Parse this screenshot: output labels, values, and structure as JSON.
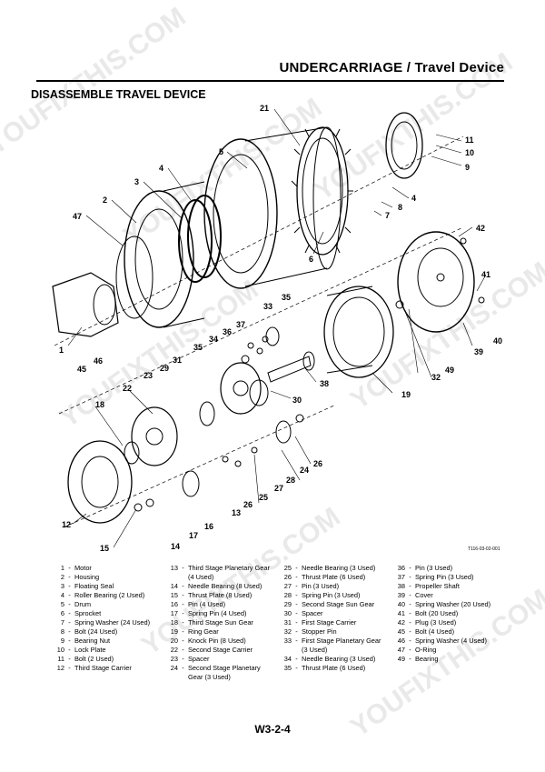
{
  "header": {
    "title": "UNDERCARRIAGE / Travel Device"
  },
  "section": {
    "title": "DISASSEMBLE TRAVEL DEVICE"
  },
  "diagram": {
    "reference_code": "T116-03-02-001",
    "callouts": [
      "21",
      "11",
      "10",
      "9",
      "4",
      "8",
      "7",
      "5",
      "42",
      "4",
      "3",
      "2",
      "47",
      "6",
      "41",
      "33",
      "35",
      "37",
      "36",
      "34",
      "35",
      "1",
      "46",
      "45",
      "40",
      "39",
      "49",
      "32",
      "38",
      "30",
      "31",
      "29",
      "23",
      "19",
      "22",
      "18",
      "26",
      "24",
      "28",
      "27",
      "25",
      "26",
      "13",
      "16",
      "17",
      "14",
      "15",
      "12"
    ]
  },
  "parts": [
    {
      "col": 0,
      "items": [
        {
          "num": "1",
          "name": "Motor"
        },
        {
          "num": "2",
          "name": "Housing"
        },
        {
          "num": "3",
          "name": "Floating Seal"
        },
        {
          "num": "4",
          "name": "Roller Bearing (2 Used)"
        },
        {
          "num": "5",
          "name": "Drum"
        },
        {
          "num": "6",
          "name": "Sprocket"
        },
        {
          "num": "7",
          "name": "Spring Washer (24 Used)"
        },
        {
          "num": "8",
          "name": "Bolt (24 Used)"
        },
        {
          "num": "9",
          "name": "Bearing Nut"
        },
        {
          "num": "10",
          "name": "Lock Plate"
        },
        {
          "num": "11",
          "name": "Bolt (2 Used)"
        },
        {
          "num": "12",
          "name": "Third Stage Carrier"
        }
      ]
    },
    {
      "col": 1,
      "items": [
        {
          "num": "13",
          "name": "Third Stage Planetary Gear (4 Used)"
        },
        {
          "num": "14",
          "name": "Needle Bearing (8 Used)"
        },
        {
          "num": "15",
          "name": "Thrust Plate (8 Used)"
        },
        {
          "num": "16",
          "name": "Pin (4 Used)"
        },
        {
          "num": "17",
          "name": "Spring Pin (4 Used)"
        },
        {
          "num": "18",
          "name": "Third Stage Sun Gear"
        },
        {
          "num": "19",
          "name": "Ring Gear"
        },
        {
          "num": "20",
          "name": "Knock Pin (8 Used)"
        },
        {
          "num": "22",
          "name": "Second Stage Carrier"
        },
        {
          "num": "23",
          "name": "Spacer"
        },
        {
          "num": "24",
          "name": "Second Stage Planetary Gear (3 Used)"
        }
      ]
    },
    {
      "col": 2,
      "items": [
        {
          "num": "25",
          "name": "Needle Bearing (3 Used)"
        },
        {
          "num": "26",
          "name": "Thrust Plate (6 Used)"
        },
        {
          "num": "27",
          "name": "Pin (3 Used)"
        },
        {
          "num": "28",
          "name": "Spring Pin (3 Used)"
        },
        {
          "num": "29",
          "name": "Second Stage Sun Gear"
        },
        {
          "num": "30",
          "name": "Spacer"
        },
        {
          "num": "31",
          "name": "First Stage Carrier"
        },
        {
          "num": "32",
          "name": "Stopper Pin"
        },
        {
          "num": "33",
          "name": "First Stage Planetary Gear (3 Used)"
        },
        {
          "num": "34",
          "name": "Needle Bearing (3 Used)"
        },
        {
          "num": "35",
          "name": "Thrust Plate (6 Used)"
        }
      ]
    },
    {
      "col": 3,
      "items": [
        {
          "num": "36",
          "name": "Pin (3 Used)"
        },
        {
          "num": "37",
          "name": "Spring Pin (3 Used)"
        },
        {
          "num": "38",
          "name": "Propeller Shaft"
        },
        {
          "num": "39",
          "name": "Cover"
        },
        {
          "num": "40",
          "name": "Spring Washer (20 Used)"
        },
        {
          "num": "41",
          "name": "Bolt (20 Used)"
        },
        {
          "num": "42",
          "name": "Plug (3 Used)"
        },
        {
          "num": "45",
          "name": "Bolt (4 Used)"
        },
        {
          "num": "46",
          "name": "Spring Washer (4 Used)"
        },
        {
          "num": "47",
          "name": "O-Ring"
        },
        {
          "num": "49",
          "name": "Bearing"
        }
      ]
    }
  ],
  "footer": {
    "page_number": "W3-2-4"
  },
  "watermark": {
    "text": "YOUFIXTHIS.COM"
  }
}
